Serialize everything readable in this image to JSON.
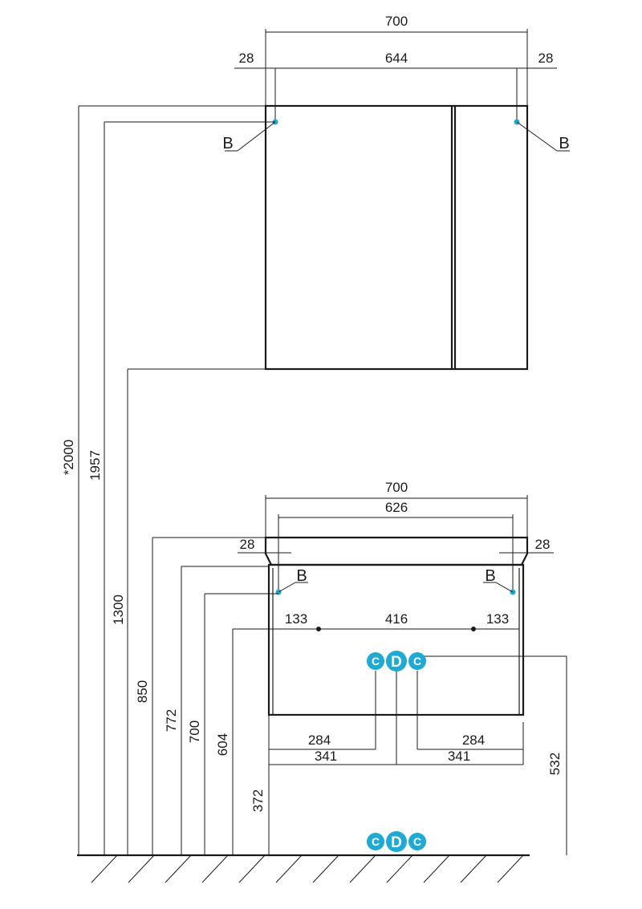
{
  "colors": {
    "line": "#1a1a1a",
    "accent": "#1eaad2"
  },
  "cabinet": {
    "width_label": "700",
    "inner_label": "644",
    "left_inset_label": "28",
    "right_inset_label": "28",
    "point_left_label": "B",
    "point_right_label": "B"
  },
  "vanity": {
    "width_label": "700",
    "inner_label": "626",
    "left_inset_label": "28",
    "right_inset_label": "28",
    "point_left_label": "B",
    "point_right_label": "B",
    "span_left_label": "133",
    "span_mid_label": "416",
    "span_right_label": "133",
    "left_284_label": "284",
    "right_284_label": "284",
    "left_341_label": "341",
    "right_341_label": "341"
  },
  "heights": {
    "total": "*2000",
    "h1957": "1957",
    "h1300": "1300",
    "h850": "850",
    "h772": "772",
    "h700": "700",
    "h604": "604",
    "h372": "372",
    "h532": "532"
  },
  "connectors": {
    "left": "C",
    "center": "D",
    "right": "C"
  }
}
